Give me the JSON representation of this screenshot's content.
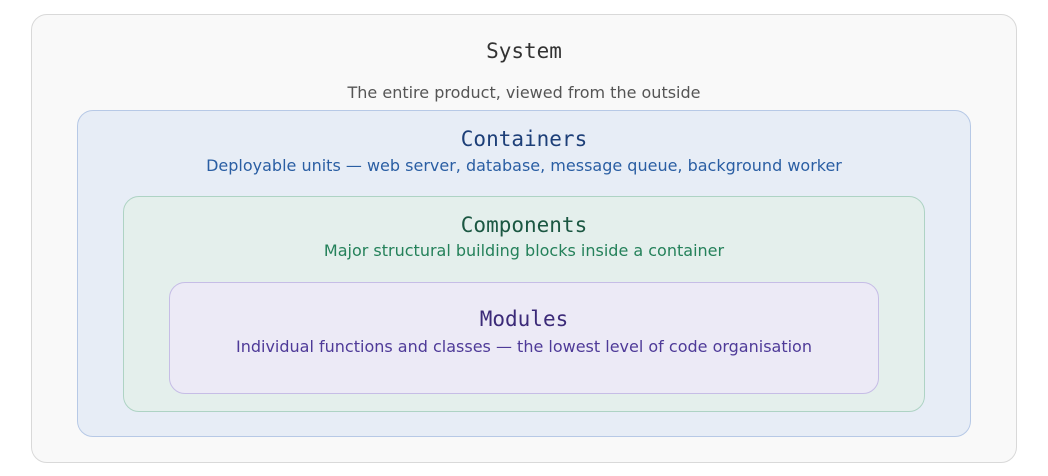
{
  "layers": {
    "system": {
      "title": "System",
      "description": "The entire product, viewed from the outside",
      "colors": {
        "fill": "#f9f9f9",
        "border": "#d9d9d9",
        "title": "#333333",
        "text": "#555555"
      }
    },
    "containers": {
      "title": "Containers",
      "description": "Deployable units — web server, database, message queue, background worker",
      "colors": {
        "fill": "#e7edf6",
        "border": "#b7c9e6",
        "title": "#1d3f78",
        "text": "#2a5ea3"
      }
    },
    "components": {
      "title": "Components",
      "description": "Major structural building blocks inside a container",
      "colors": {
        "fill": "#e4efec",
        "border": "#aed3c4",
        "title": "#1b5742",
        "text": "#24815a"
      }
    },
    "modules": {
      "title": "Modules",
      "description": "Individual functions and classes — the lowest level of code organisation",
      "colors": {
        "fill": "#eceaf6",
        "border": "#c6bde6",
        "title": "#3b2a78",
        "text": "#4e3a98"
      }
    }
  }
}
